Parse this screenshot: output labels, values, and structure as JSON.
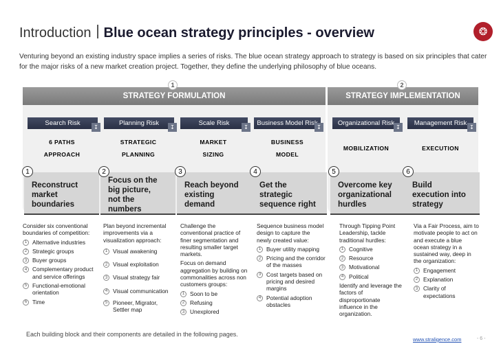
{
  "header": {
    "intro_label": "Introduction",
    "title": "Blue ocean strategy principles - overview",
    "logo_icon": "rhino-logo-icon",
    "logo_color": "#b11f2b"
  },
  "intro_text": "Venturing beyond an existing industry space implies a series of risks. The blue ocean strategy approach to strategy is based on six principles that cater for the major risks of a new market creation project. Together, they define the underlying philosophy of blue oceans.",
  "sections": [
    {
      "num": "1",
      "label": "STRATEGY FORMULATION"
    },
    {
      "num": "2",
      "label": "STRATEGY IMPLEMENTATION"
    }
  ],
  "risks": [
    "Search Risk",
    "Planning Risk",
    "Scale Risk",
    "Business Model Risk",
    "Organizational Risk",
    "Management Risk"
  ],
  "categories": [
    {
      "line1": "6 Paths",
      "line2": "approach"
    },
    {
      "line1": "Strategic",
      "line2": "planning"
    },
    {
      "line1": "Market",
      "line2": "sizing"
    },
    {
      "line1": "Business",
      "line2": "model"
    },
    {
      "line1": "Mobilization",
      "line2": ""
    },
    {
      "line1": "Execution",
      "line2": ""
    }
  ],
  "principles": [
    {
      "num": "1",
      "lines": [
        "Reconstruct",
        "market",
        "boundaries"
      ]
    },
    {
      "num": "2",
      "lines": [
        "Focus on the",
        "big picture,",
        "not the",
        "numbers"
      ]
    },
    {
      "num": "3",
      "lines": [
        "Reach beyond",
        "existing",
        "demand"
      ]
    },
    {
      "num": "4",
      "lines": [
        "Get the",
        "strategic",
        "sequence right"
      ]
    },
    {
      "num": "5",
      "lines": [
        "Overcome key",
        "organizational",
        "hurdles"
      ]
    },
    {
      "num": "6",
      "lines": [
        "Build",
        "execution into",
        "strategy"
      ]
    }
  ],
  "details": [
    {
      "intro": "Consider six conventional boundaries of competition:",
      "items": [
        "Alternative industries",
        "Strategic groups",
        "Buyer groups",
        "Complementary product and service offerings",
        "Functional-emotional orientation",
        "Time"
      ],
      "extra": ""
    },
    {
      "intro": "Plan beyond incremental improvements via a visualization approach:",
      "items": [
        "Visual awakening",
        "Visual exploitation",
        "Visual strategy fair",
        "Visual communication",
        "Pioneer, Migrator, Settler map"
      ],
      "extra": ""
    },
    {
      "intro": "Challenge the conventional practice of finer segmentation and resulting smaller target markets.",
      "items": [],
      "extra": "Focus on demand aggregation by building on commonalities across non customers groups:",
      "items2": [
        "Soon to be",
        "Refusing",
        "Unexplored"
      ]
    },
    {
      "intro": "Sequence business model design to capture the newly created value:",
      "items": [
        "Buyer utility mapping",
        "Pricing and the corridor of the masses",
        "Cost targets based on pricing and desired margins",
        "Potential adoption obstacles"
      ],
      "extra": ""
    },
    {
      "intro": "Through Tipping Point Leadership, tackle traditional hurdles:",
      "items": [
        "Cognitive",
        "Resource",
        "Motivational",
        "Political"
      ],
      "extra": "Identify and leverage the factors of disproportionate influence in the organization."
    },
    {
      "intro": "Via a Fair Process, aim to motivate people to act on and execute a blue ocean strategy in a sustained way, deep in the organization:",
      "items": [
        "Engagement",
        "Explanation",
        "Clarity of expectations"
      ],
      "extra": ""
    }
  ],
  "footer": {
    "note": "Each building block and their components are detailed in the following pages.",
    "url": "www.straligence.com",
    "page": "- 6 -"
  }
}
